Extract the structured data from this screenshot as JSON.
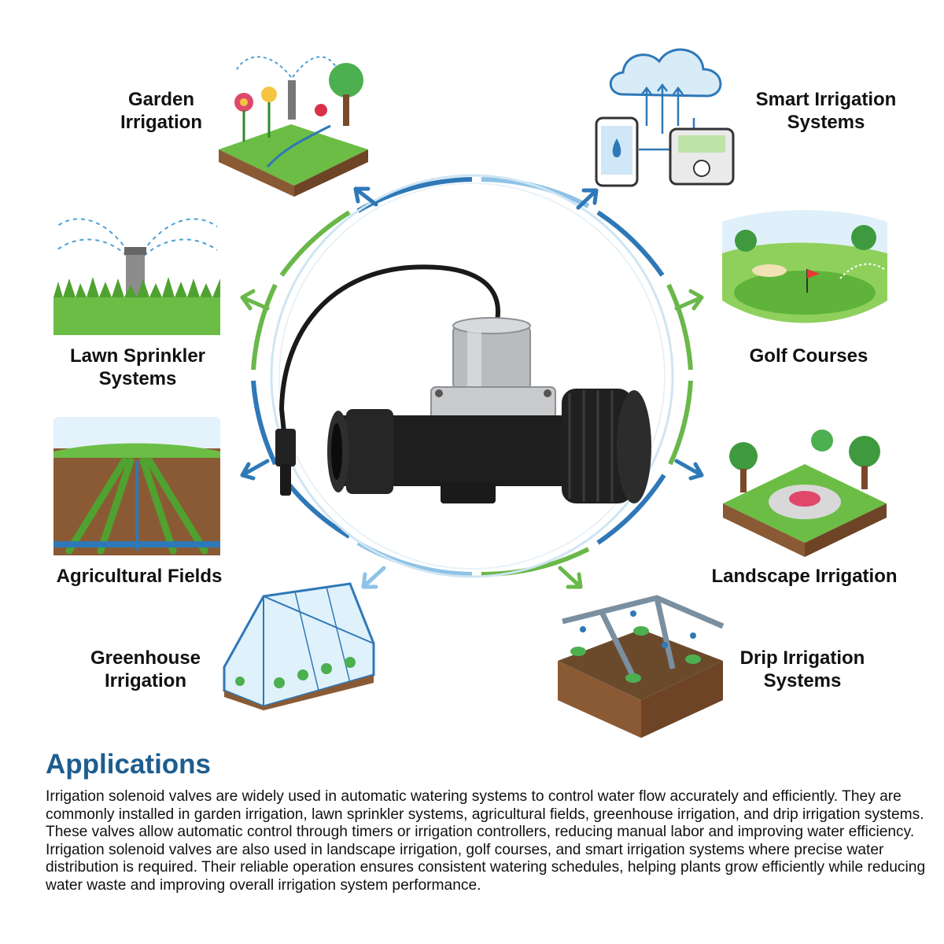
{
  "applications": [
    {
      "key": "garden",
      "label_lines": [
        "Garden",
        "Irrigation"
      ]
    },
    {
      "key": "smart",
      "label_lines": [
        "Smart Irrigation",
        "Systems"
      ]
    },
    {
      "key": "lawn",
      "label_lines": [
        "Lawn Sprinkler",
        "Systems"
      ]
    },
    {
      "key": "golf",
      "label_lines": [
        "Golf Courses"
      ]
    },
    {
      "key": "agri",
      "label_lines": [
        "Agricultural Fields"
      ]
    },
    {
      "key": "landscape",
      "label_lines": [
        "Landscape Irrigation"
      ]
    },
    {
      "key": "greenhouse",
      "label_lines": [
        "Greenhouse",
        "Irrigation"
      ]
    },
    {
      "key": "drip",
      "label_lines": [
        "Drip Irrigation",
        "Systems"
      ]
    }
  ],
  "section": {
    "heading": "Applications",
    "body": "Irrigation solenoid valves are widely used in automatic watering systems to control water flow accurately and efficiently. They are commonly installed in garden irrigation, lawn sprinkler systems, agricultural fields, greenhouse irrigation, and drip irrigation systems. These valves allow automatic control through timers or irrigation controllers, reducing manual labor and improving water efficiency. Irrigation solenoid valves are also used in landscape irrigation, golf courses, and smart irrigation systems where precise water distribution is required. Their reliable operation ensures consistent watering schedules, helping plants grow efficiently while reducing water waste and improving overall irrigation system performance."
  },
  "colors": {
    "ring_blue": "#2f78b8",
    "ring_light_blue": "#8ec3e6",
    "ring_green": "#6ab84a",
    "heading_blue": "#1d5d8f",
    "grass": "#6cbd45",
    "soil": "#8a5a35",
    "valve_body": "#1e1e1e",
    "valve_metal": "#b9bcbf"
  }
}
